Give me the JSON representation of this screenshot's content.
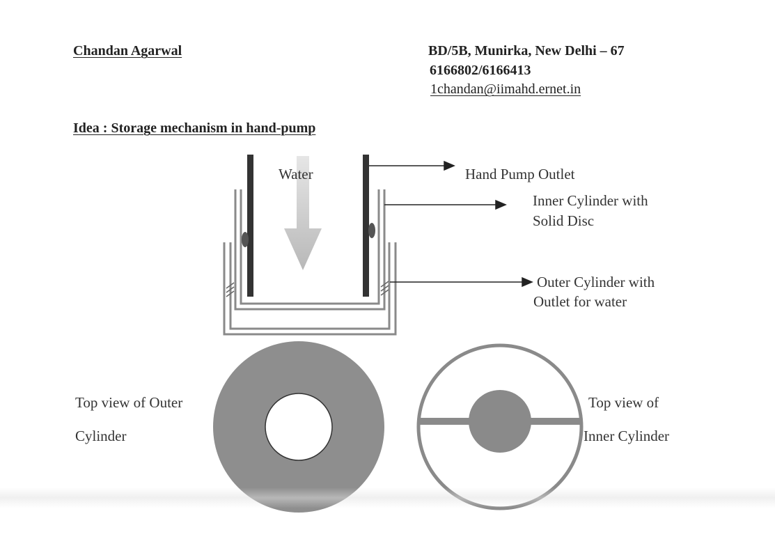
{
  "header": {
    "name": "Chandan Agarwal",
    "address": "BD/5B, Munirka, New Delhi – 67",
    "phone": "6166802/6166413",
    "email": "1chandan@iimahd.ernet.in"
  },
  "idea": {
    "title": "Idea : Storage mechanism in hand-pump"
  },
  "diagram": {
    "flow_label": "Water",
    "callouts": [
      {
        "label": "Hand Pump Outlet"
      },
      {
        "label_line1": "Inner Cylinder with",
        "label_line2": "Solid Disc"
      },
      {
        "label_line1": "Outer Cylinder with",
        "label_line2": "Outlet for water"
      }
    ],
    "colors": {
      "pump_wall": "#333333",
      "cylinder_wall": "#8a8a8a",
      "arrow_fill": "#c4c4c4",
      "disc_fill": "#7a7a7a"
    }
  },
  "top_views": {
    "outer": {
      "label_line1": "Top view of Outer",
      "label_line2": "Cylinder"
    },
    "inner": {
      "label_line1": "Top view of",
      "label_line2": "Inner Cylinder"
    }
  }
}
